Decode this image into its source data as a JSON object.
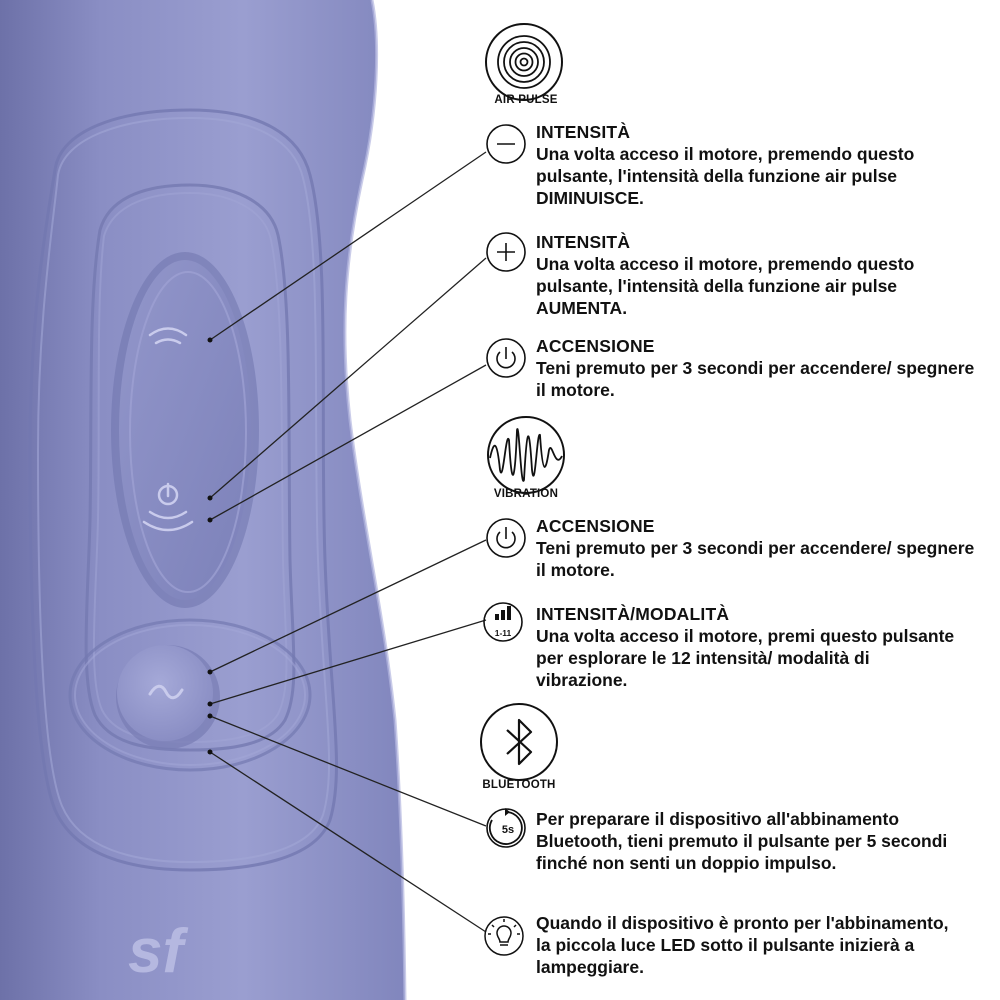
{
  "brand": {
    "logo_text": "sf"
  },
  "sections": {
    "air_pulse": {
      "label": "AIR PULSE",
      "icon": "air-pulse-icon"
    },
    "vibration": {
      "label": "VIBRATION",
      "icon": "vibration-wave-icon"
    },
    "bluetooth": {
      "label": "BLUETOOTH",
      "icon": "bluetooth-icon"
    }
  },
  "items": {
    "air_minus": {
      "icon": "minus-icon",
      "title": "INTENSITÀ",
      "text": "Una volta acceso il motore, premendo questo pulsante, l'intensità della funzione air pulse DIMINUISCE."
    },
    "air_plus": {
      "icon": "plus-icon",
      "title": "INTENSITÀ",
      "text": "Una volta acceso il motore, premendo questo pulsante, l'intensità della funzione air pulse AUMENTA."
    },
    "air_power": {
      "icon": "power-icon",
      "title": "ACCENSIONE",
      "text": "Teni premuto per 3 secondi per accendere/ spegnere il motore."
    },
    "vib_power": {
      "icon": "power-icon",
      "title": "ACCENSIONE",
      "text": "Teni premuto per 3 secondi per accendere/ spegnere il motore."
    },
    "vib_mode": {
      "icon": "intensity-bars-icon",
      "icon_label": "1-11",
      "title": "INTENSITÀ/MODALITÀ",
      "text": "Una volta acceso il motore, premi questo pulsante per esplorare le 12 intensità/ modalità di vibrazione."
    },
    "bt_pair": {
      "icon": "timer-5s-icon",
      "icon_label": "5s",
      "text": "Per preparare il dispositivo all'abbinamento Bluetooth, tieni premuto il pulsante per 5 secondi finché non senti un doppio impulso."
    },
    "bt_led": {
      "icon": "lightbulb-icon",
      "text": "Quando il dispositivo è pronto per l'abbinamento, la piccola luce LED sotto il pulsante inizierà a lampeggiare."
    }
  },
  "colors": {
    "device_main": "#8b8fc4",
    "device_dark": "#7479b0",
    "device_light": "#a6aad8",
    "ink": "#111111",
    "background": "#ffffff"
  }
}
